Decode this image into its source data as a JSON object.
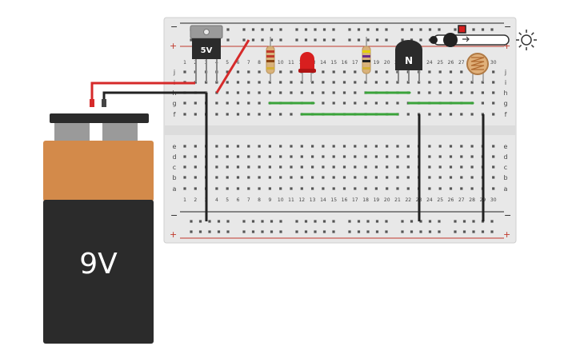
{
  "battery": {
    "label": "9V",
    "body_color": "#2b2b2b",
    "top_color": "#d38a4a"
  },
  "regulator": {
    "label": "5V"
  },
  "transistor": {
    "label": "N"
  },
  "breadboard": {
    "column_numbers": [
      "1",
      "2",
      "3",
      "4",
      "5",
      "6",
      "7",
      "8",
      "9",
      "10",
      "11",
      "12",
      "13",
      "14",
      "15",
      "16",
      "17",
      "18",
      "19",
      "20",
      "21",
      "22",
      "23",
      "24",
      "25",
      "26",
      "27",
      "28",
      "29",
      "30"
    ],
    "rows_top": [
      "j",
      "i",
      "h",
      "g",
      "f"
    ],
    "rows_bottom": [
      "e",
      "d",
      "c",
      "b",
      "a"
    ],
    "rail_minus": "−",
    "rail_plus": "+"
  },
  "colors": {
    "wire_red": "#d62a2a",
    "wire_black": "#222222",
    "wire_green": "#3aa33a",
    "rail_red": "#c0392b"
  },
  "icons": [
    "sun-icon",
    "slider-icon"
  ]
}
